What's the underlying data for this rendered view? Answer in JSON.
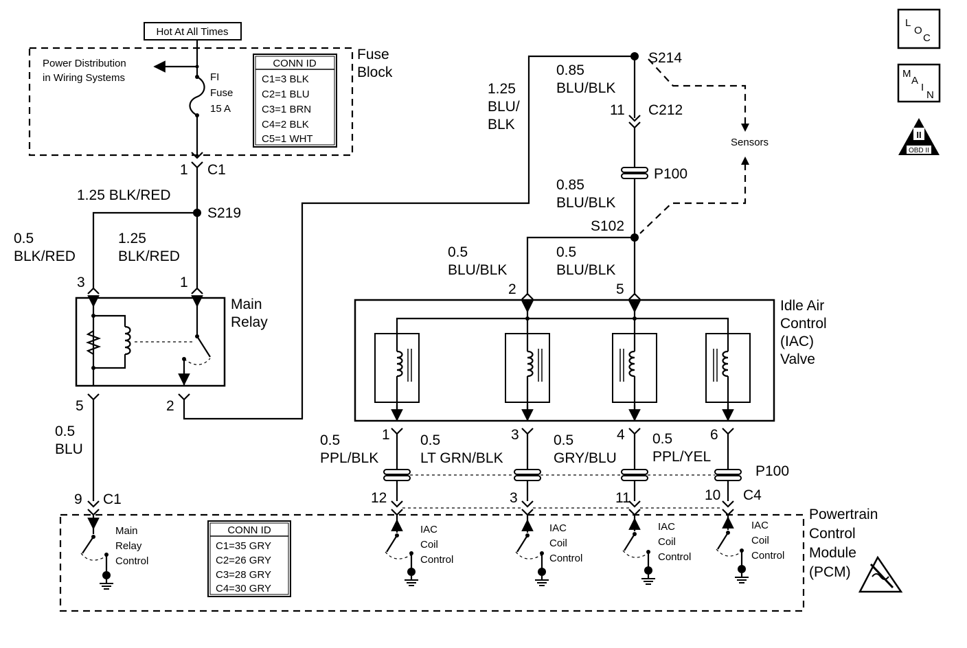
{
  "power": {
    "hot_label": "Hot At All Times",
    "power_distribution_line1": "Power Distribution",
    "power_distribution_line2": "in Wiring Systems",
    "fuse_line1": "FI",
    "fuse_line2": "Fuse",
    "fuse_line3": "15 A",
    "fuse_block_line1": "Fuse",
    "fuse_block_line2": "Block"
  },
  "conn_id_fuse": {
    "title": "CONN ID",
    "rows": [
      "C1=3 BLK",
      "C2=1 BLU",
      "C3=1 BRN",
      "C4=2 BLK",
      "C5=1 WHT"
    ]
  },
  "conn_id_pcm": {
    "title": "CONN ID",
    "rows": [
      "C1=35 GRY",
      "C2=26 GRY",
      "C3=28 GRY",
      "C4=30 GRY"
    ]
  },
  "wires": {
    "w_125_blkred_top": "1.25 BLK/RED",
    "w_05": "0.5",
    "w_blkred": "BLK/RED",
    "w_125": "1.25",
    "w_blkred2": "BLK/RED",
    "w_05_blu_a": "0.5",
    "w_05_blu_b": "BLU",
    "w_125_blublk_a": "1.25",
    "w_125_blublk_b": "BLU/",
    "w_125_blublk_c": "BLK",
    "w_085_a": "0.85",
    "w_085_b": "BLU/BLK",
    "w_085_c": "0.85",
    "w_085_d": "BLU/BLK",
    "w_05_left_a": "0.5",
    "w_05_left_b": "BLU/BLK",
    "w_05_right_a": "0.5",
    "w_05_right_b": "BLU/BLK",
    "w_ppl_a": "0.5",
    "w_ppl_b": "PPL/BLK",
    "w_ltgrn_a": "0.5",
    "w_ltgrn_b": "LT GRN/BLK",
    "w_gry_a": "0.5",
    "w_gry_b": "GRY/BLU",
    "w_pplyel_a": "0.5",
    "w_pplyel_b": "PPL/YEL"
  },
  "splices": {
    "s219": "S219",
    "s214": "S214",
    "s102": "S102",
    "c212": "C212",
    "p100_top": "P100",
    "p100_bottom": "P100",
    "c1_top": "C1",
    "c1_bottom": "C1",
    "c4": "C4",
    "sensors": "Sensors"
  },
  "pins": {
    "p_c1_1": "1",
    "p_relay_3": "3",
    "p_relay_1": "1",
    "p_relay_5": "5",
    "p_relay_2": "2",
    "p_c212_11": "11",
    "p_iac_2": "2",
    "p_iac_5": "5",
    "p_iac_1": "1",
    "p_iac_3": "3",
    "p_iac_4": "4",
    "p_iac_6": "6",
    "p_pcm_9": "9",
    "p_pcm_12": "12",
    "p_pcm_3": "3",
    "p_pcm_11": "11",
    "p_pcm_10": "10"
  },
  "components": {
    "main_relay_a": "Main",
    "main_relay_b": "Relay",
    "iac_a": "Idle Air",
    "iac_b": "Control",
    "iac_c": "(IAC)",
    "iac_d": "Valve",
    "pcm_a": "Powertrain",
    "pcm_b": "Control",
    "pcm_c": "Module",
    "pcm_d": "(PCM)",
    "mrc_a": "Main",
    "mrc_b": "Relay",
    "mrc_c": "Control",
    "iac_ctrl_a": "IAC",
    "iac_ctrl_b": "Coil",
    "iac_ctrl_c": "Control"
  },
  "icons": {
    "loc_l": "L",
    "loc_o": "O",
    "loc_c": "C",
    "main_m": "M",
    "main_a": "A",
    "main_i": "I",
    "main_n": "N",
    "obd_text": "OBD II",
    "obd_mark": "II"
  }
}
